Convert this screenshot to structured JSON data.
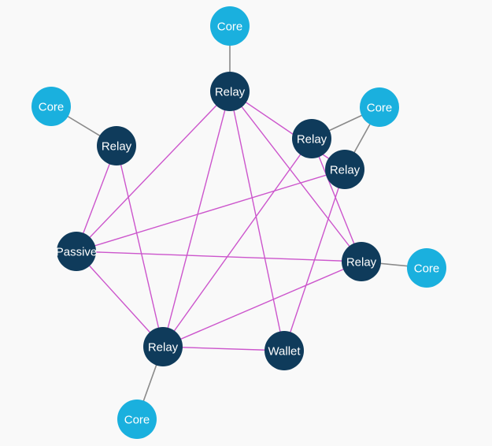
{
  "colors": {
    "background": "#f9f9f9",
    "relay_node": "#0f3b5b",
    "core_node": "#1ab0de",
    "relay_edge": "#cc55cc",
    "core_edge": "#8a8a8a",
    "label": "#ffffff"
  },
  "nodes": [
    {
      "id": "relay-top",
      "type": "relay",
      "label": "Relay"
    },
    {
      "id": "relay-upper-left",
      "type": "relay",
      "label": "Relay"
    },
    {
      "id": "relay-upper-right-a",
      "type": "relay",
      "label": "Relay"
    },
    {
      "id": "relay-upper-right-b",
      "type": "relay",
      "label": "Relay"
    },
    {
      "id": "relay-right",
      "type": "relay",
      "label": "Relay"
    },
    {
      "id": "passive",
      "type": "relay",
      "label": "Passive"
    },
    {
      "id": "relay-bottom-left",
      "type": "relay",
      "label": "Relay"
    },
    {
      "id": "wallet",
      "type": "relay",
      "label": "Wallet"
    },
    {
      "id": "core-top",
      "type": "core",
      "label": "Core"
    },
    {
      "id": "core-left",
      "type": "core",
      "label": "Core"
    },
    {
      "id": "core-upper-right",
      "type": "core",
      "label": "Core"
    },
    {
      "id": "core-right",
      "type": "core",
      "label": "Core"
    },
    {
      "id": "core-bottom",
      "type": "core",
      "label": "Core"
    }
  ],
  "edges": [
    {
      "from": "relay-top",
      "to": "core-top",
      "kind": "core"
    },
    {
      "from": "relay-upper-left",
      "to": "core-left",
      "kind": "core"
    },
    {
      "from": "relay-upper-right-a",
      "to": "core-upper-right",
      "kind": "core"
    },
    {
      "from": "relay-upper-right-b",
      "to": "core-upper-right",
      "kind": "core"
    },
    {
      "from": "relay-right",
      "to": "core-right",
      "kind": "core"
    },
    {
      "from": "relay-bottom-left",
      "to": "core-bottom",
      "kind": "core"
    },
    {
      "from": "relay-top",
      "to": "passive",
      "kind": "relay"
    },
    {
      "from": "relay-top",
      "to": "relay-bottom-left",
      "kind": "relay"
    },
    {
      "from": "relay-top",
      "to": "relay-right",
      "kind": "relay"
    },
    {
      "from": "relay-top",
      "to": "wallet",
      "kind": "relay"
    },
    {
      "from": "relay-top",
      "to": "relay-upper-right-b",
      "kind": "relay"
    },
    {
      "from": "relay-upper-left",
      "to": "passive",
      "kind": "relay"
    },
    {
      "from": "relay-upper-left",
      "to": "relay-bottom-left",
      "kind": "relay"
    },
    {
      "from": "relay-upper-right-a",
      "to": "relay-bottom-left",
      "kind": "relay"
    },
    {
      "from": "relay-upper-right-b",
      "to": "passive",
      "kind": "relay"
    },
    {
      "from": "relay-upper-right-b",
      "to": "wallet",
      "kind": "relay"
    },
    {
      "from": "relay-upper-right-a",
      "to": "relay-right",
      "kind": "relay"
    },
    {
      "from": "passive",
      "to": "relay-right",
      "kind": "relay"
    },
    {
      "from": "passive",
      "to": "relay-bottom-left",
      "kind": "relay"
    },
    {
      "from": "relay-bottom-left",
      "to": "relay-right",
      "kind": "relay"
    },
    {
      "from": "relay-bottom-left",
      "to": "wallet",
      "kind": "relay"
    }
  ]
}
